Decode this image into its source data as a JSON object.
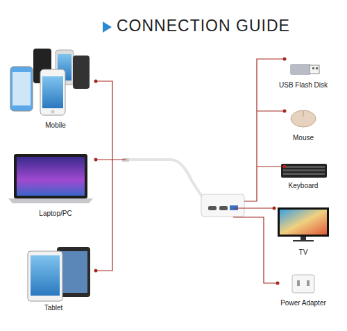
{
  "diagram": {
    "title": "CONNECTION GUIDE",
    "nodes": [
      {
        "text": [
          "Mobile"
        ]
      },
      {
        "text": [
          "Laptop/PC"
        ]
      },
      {
        "text": [
          "Tablet"
        ]
      },
      {
        "text": [
          "USB Flash Disk"
        ]
      },
      {
        "text": [
          "Mouse"
        ]
      },
      {
        "text": [
          "Keyboard"
        ]
      },
      {
        "text": [
          "TV"
        ]
      },
      {
        "text": [
          "Power Adapter"
        ]
      }
    ]
  }
}
